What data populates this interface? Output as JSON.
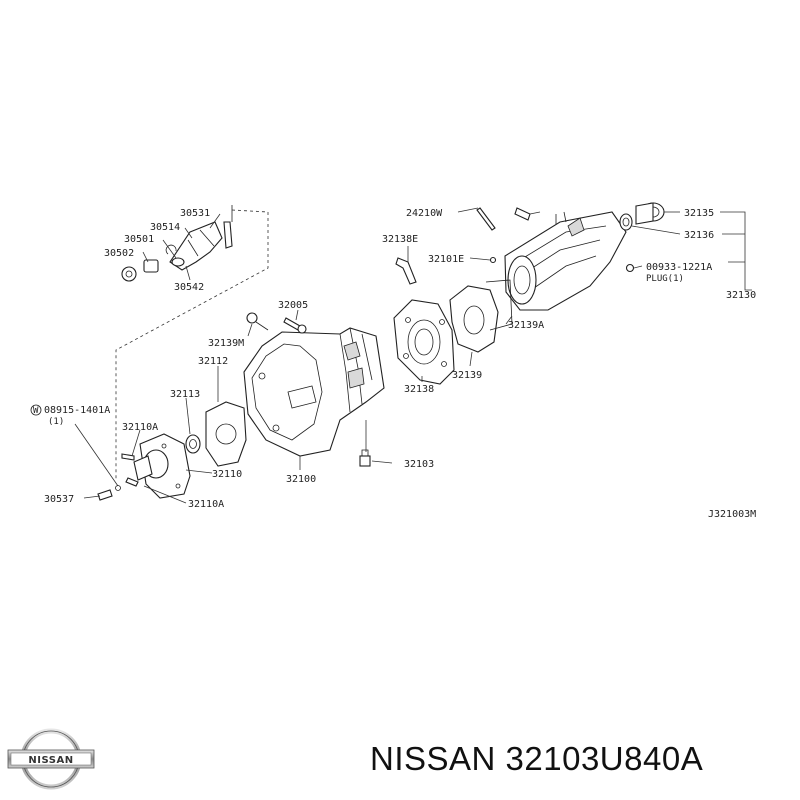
{
  "title": "NISSAN 32103U840A",
  "logo_text": "NISSAN",
  "diagram_code": "J321003M",
  "labels": {
    "p30531": "30531",
    "p30514": "30514",
    "p30501": "30501",
    "p30502": "30502",
    "p30542": "30542",
    "p32005": "32005",
    "p32139M": "32139M",
    "p32112": "32112",
    "p32113": "32113",
    "p08915_1401A": "08915-1401A",
    "p08915_qty": "(1)",
    "p32110A_top": "32110A",
    "p32110": "32110",
    "p32110A_bottom": "32110A",
    "p30537": "30537",
    "p32100": "32100",
    "p32103": "32103",
    "p24210W": "24210W",
    "p32138E": "32138E",
    "p32101E": "32101E",
    "p32135": "32135",
    "p32136": "32136",
    "p00933_1221A": "00933-1221A",
    "plug_qty": "PLUG(1)",
    "p32130": "32130",
    "p32139A": "32139A",
    "p32138": "32138",
    "p32139": "32139"
  },
  "colors": {
    "ink": "#222222",
    "shade": "#d9d9d9",
    "background": "#ffffff"
  }
}
